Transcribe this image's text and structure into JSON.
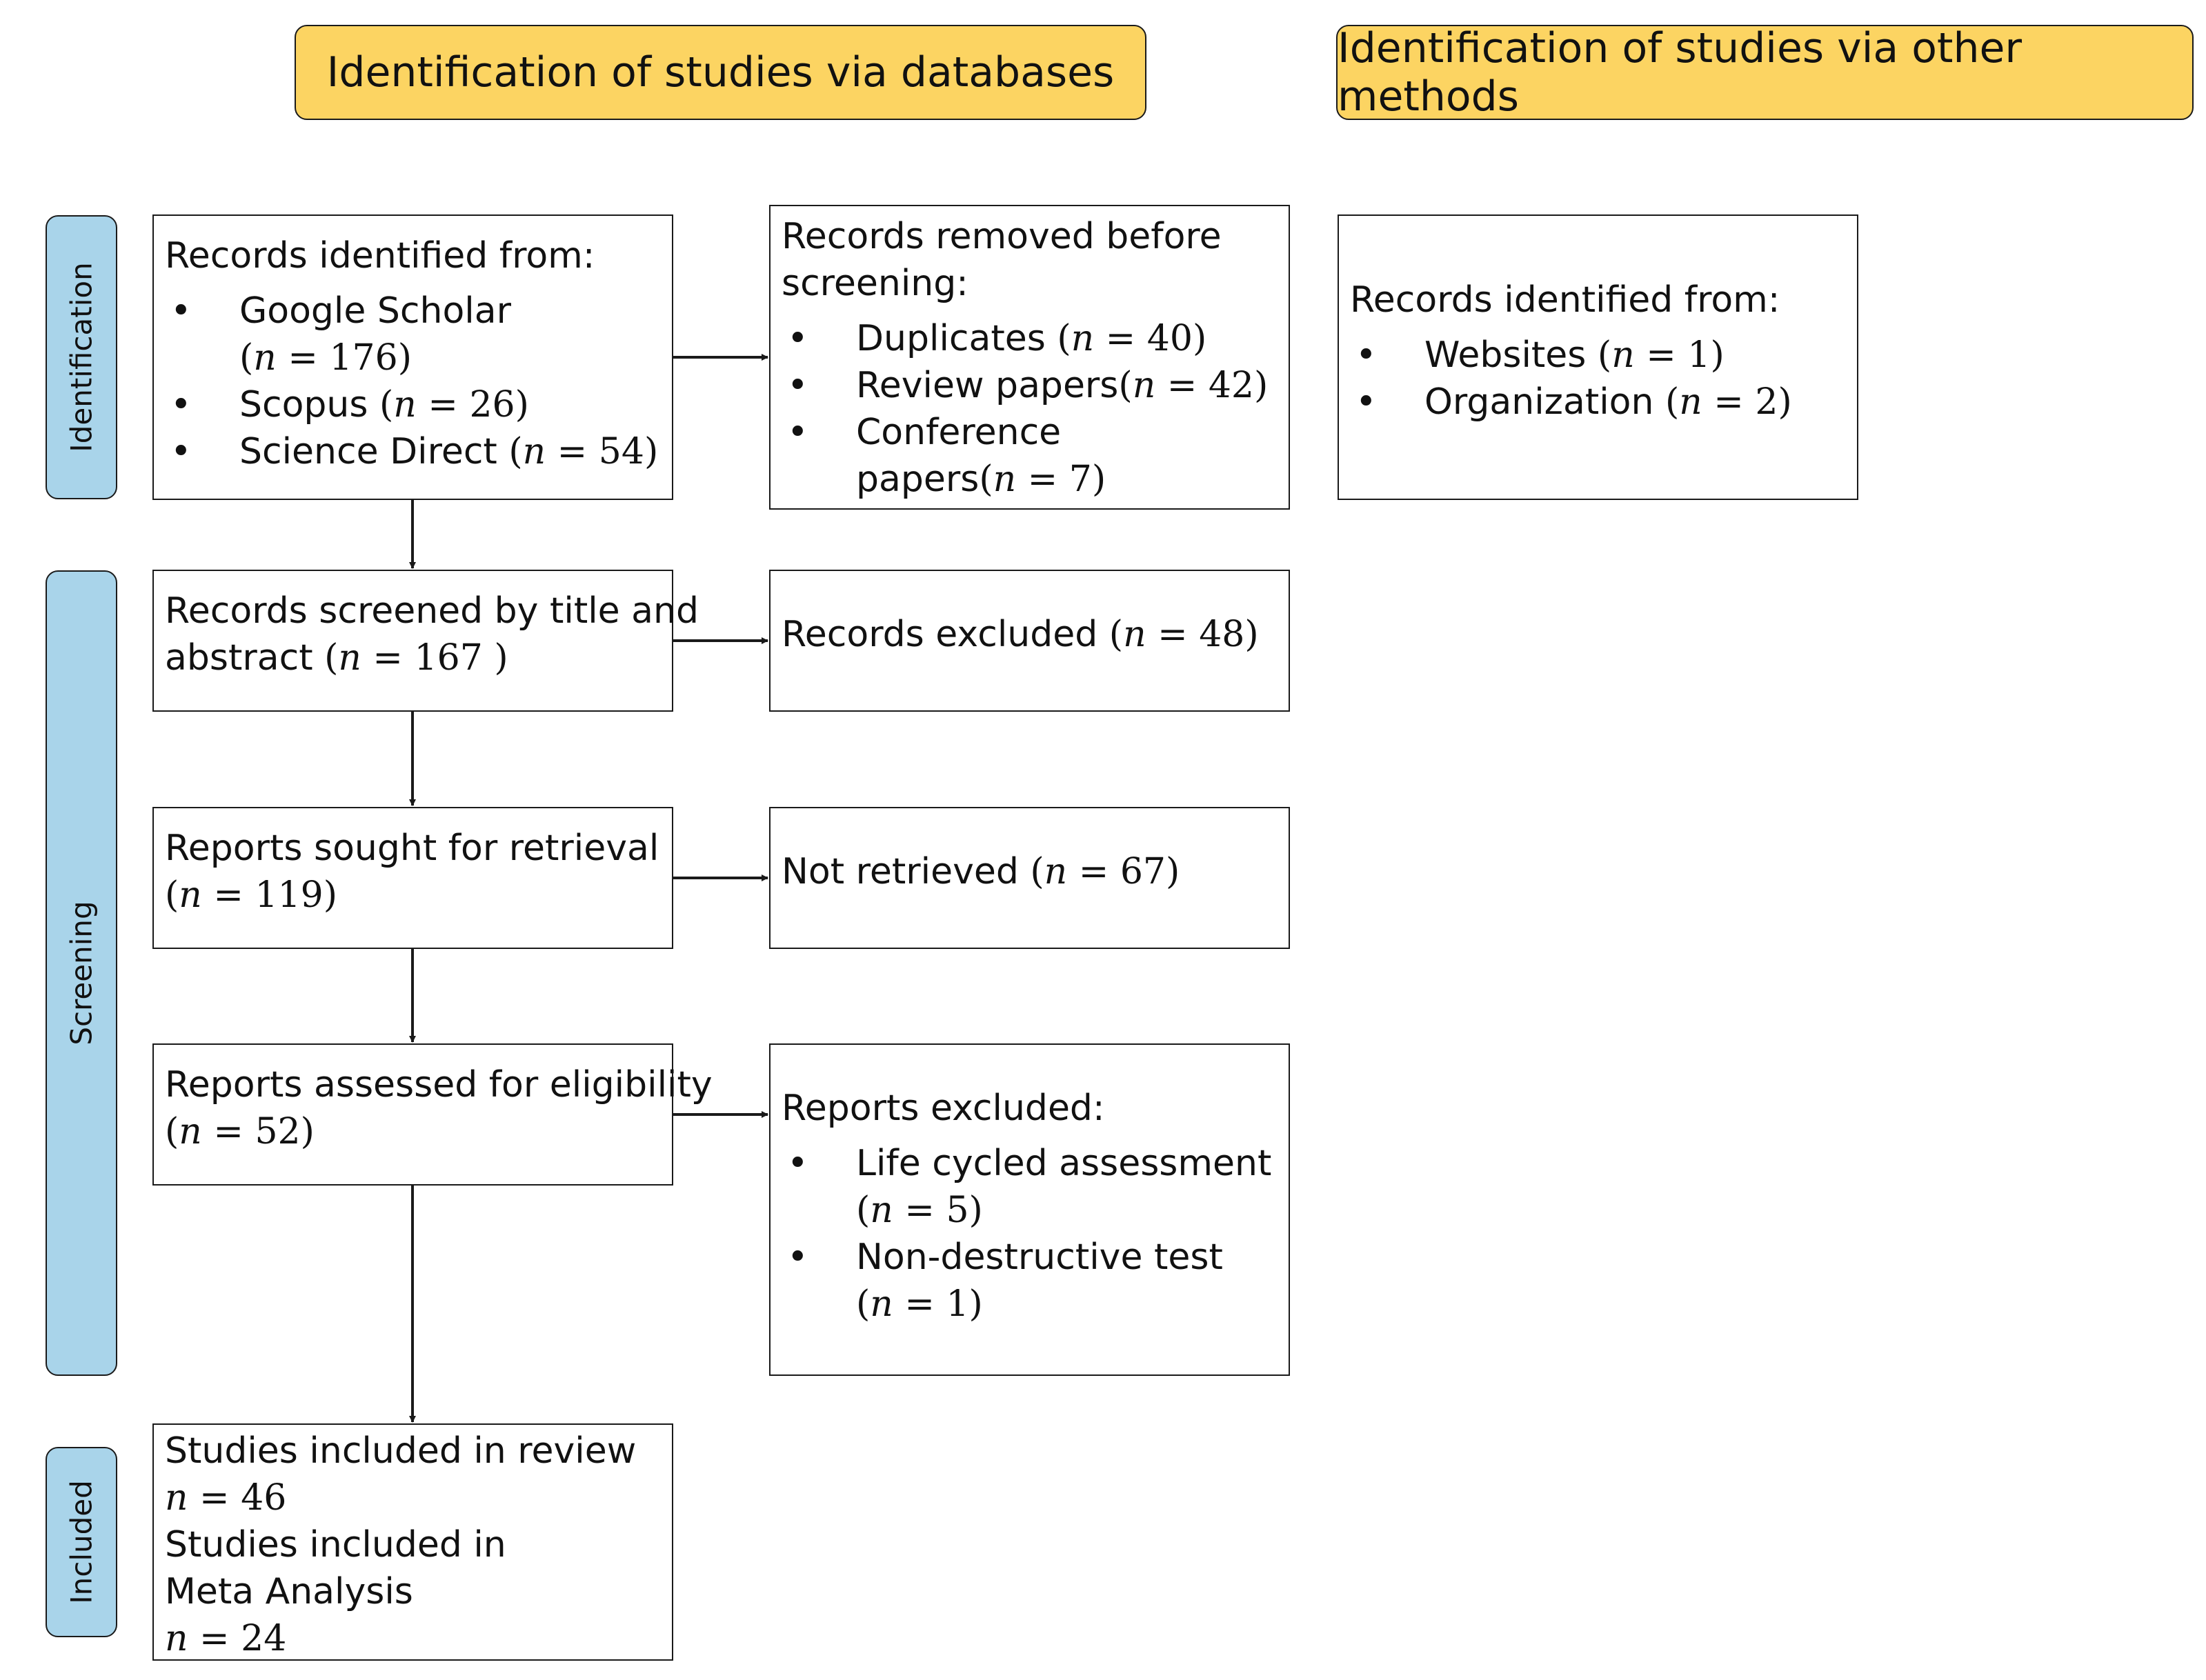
{
  "colors": {
    "header_fill": "#fcd462",
    "phase_fill": "#a9d4ea",
    "stroke": "#1a1a1a"
  },
  "headers": {
    "databases": "Identification of studies via databases",
    "other": "Identification of studies via other methods"
  },
  "phases": {
    "identification": "Identification",
    "screening": "Screening",
    "included": "Included"
  },
  "nodes": {
    "db_records": {
      "title": "Records identified from:",
      "items": [
        {
          "label": "Google Scholar",
          "n": "176"
        },
        {
          "label": "Scopus",
          "n": "26"
        },
        {
          "label": "Science Direct",
          "n": "54"
        }
      ]
    },
    "removed": {
      "title_1": "Records removed before",
      "title_2": "screening:",
      "items": [
        {
          "label": "Duplicates",
          "n": "40"
        },
        {
          "label": "Review papers",
          "n": "42"
        },
        {
          "label_1": "Conference",
          "label_2": "papers",
          "n": "7"
        }
      ]
    },
    "other_records": {
      "title": "Records identified from:",
      "items": [
        {
          "label": "Websites",
          "n": "1"
        },
        {
          "label": "Organization",
          "n": "2"
        }
      ]
    },
    "screened": {
      "line_1": "Records screened by title and",
      "line_2": "abstract",
      "n": "167"
    },
    "excluded": {
      "label": "Records excluded",
      "n": "48"
    },
    "sought": {
      "line_1": "Reports sought for retrieval",
      "n": "119"
    },
    "not_retrieved": {
      "label": "Not retrieved",
      "n": "67"
    },
    "assessed": {
      "line_1": "Reports assessed for eligibility",
      "n": "52"
    },
    "reports_excluded": {
      "title": "Reports excluded:",
      "items": [
        {
          "label": "Life cycled assessment",
          "n": "5"
        },
        {
          "label": "Non-destructive test",
          "n": "1"
        }
      ]
    },
    "included": {
      "line_1": "Studies included in review",
      "n_review": "46",
      "line_2": "Studies included in",
      "line_3": "Meta Analysis",
      "n_meta": "24"
    }
  }
}
